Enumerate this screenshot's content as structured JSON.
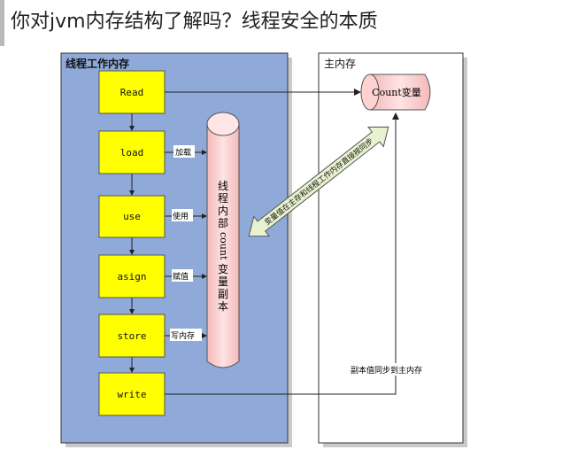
{
  "title": "你对jvm内存结构了解吗？线程安全的本质",
  "diagram": {
    "thread_memory_label": "线程工作内存",
    "main_memory_label": "主内存",
    "ops": [
      "Read",
      "load",
      "use",
      "asign",
      "store",
      "write"
    ],
    "side_labels": [
      "加载",
      "使用",
      "赋值",
      "写内存"
    ],
    "count_variable": "Count变量",
    "copy_label_chars": [
      "线",
      "程",
      "内",
      "部"
    ],
    "copy_label_mid": "count",
    "copy_label_end": [
      "变",
      "量",
      "副",
      "本"
    ],
    "sync_arrow_label": "变量值在主存和线程工作内存直接按同步",
    "sync_back_label": "副本值同步到主内存"
  },
  "colors": {
    "thread_bg": "#8fa9d8",
    "op_box": "#ffff00",
    "cylinder": "#ffd6d6",
    "arrow_fill": "#e9f2cf"
  }
}
